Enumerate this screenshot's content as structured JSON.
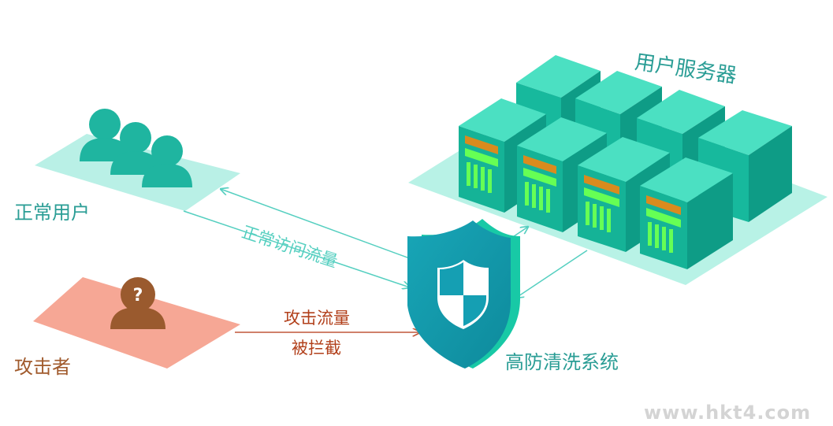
{
  "labels": {
    "normal_users": "正常用户",
    "attacker": "攻击者",
    "user_servers": "用户服务器",
    "protection_system": "高防清洗系统",
    "normal_traffic": "正常访问流量",
    "attack_traffic": "攻击流量",
    "blocked": "被拦截",
    "watermark": "www.hkt4.com"
  },
  "colors": {
    "teal": "#2a9d95",
    "light_teal": "#a8eee3",
    "attacker_brown": "#a05a2c",
    "attacker_platform": "#f5a898",
    "attack_red": "#b2401b",
    "server_green": "#1fc4a8",
    "server_screen_orange": "#d98b1e",
    "server_led_green": "#66ff55"
  },
  "icons": {
    "users": "people-icon",
    "attacker": "question-person-icon",
    "shield": "shield-icon",
    "servers": "server-rack-icon"
  }
}
